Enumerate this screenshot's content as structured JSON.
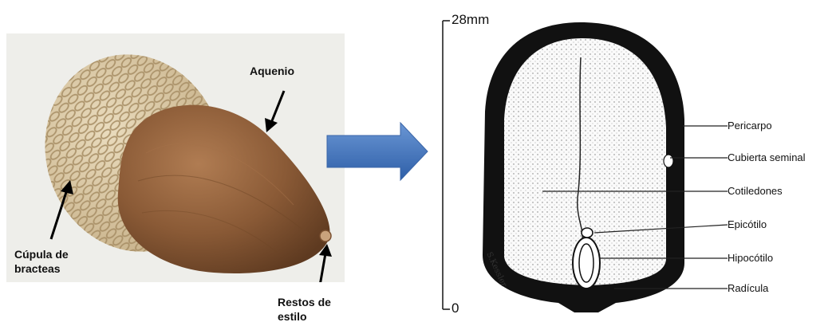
{
  "acorn": {
    "labels": {
      "aquenio": "Aquenio",
      "cupula_line1": "Cúpula de",
      "cupula_line2": "bracteas",
      "restos_line1": "Restos de",
      "restos_line2": "estilo"
    }
  },
  "section": {
    "scale": {
      "top": "28mm",
      "bottom": "0"
    },
    "labels": {
      "pericarpo": "Pericarpo",
      "cubierta": "Cubierta seminal",
      "cotiledones": "Cotiledones",
      "epicotilo": "Epicótilo",
      "hipocotilo": "Hipocótilo",
      "radicula": "Radícula"
    },
    "signature": "S.Kessler"
  },
  "colors": {
    "arrow_top": "#6a96d4",
    "arrow_bottom": "#2e5fa8",
    "acorn_body": "#8a5a36",
    "cupule": "#d9c7a2",
    "pericarp": "#111111"
  }
}
